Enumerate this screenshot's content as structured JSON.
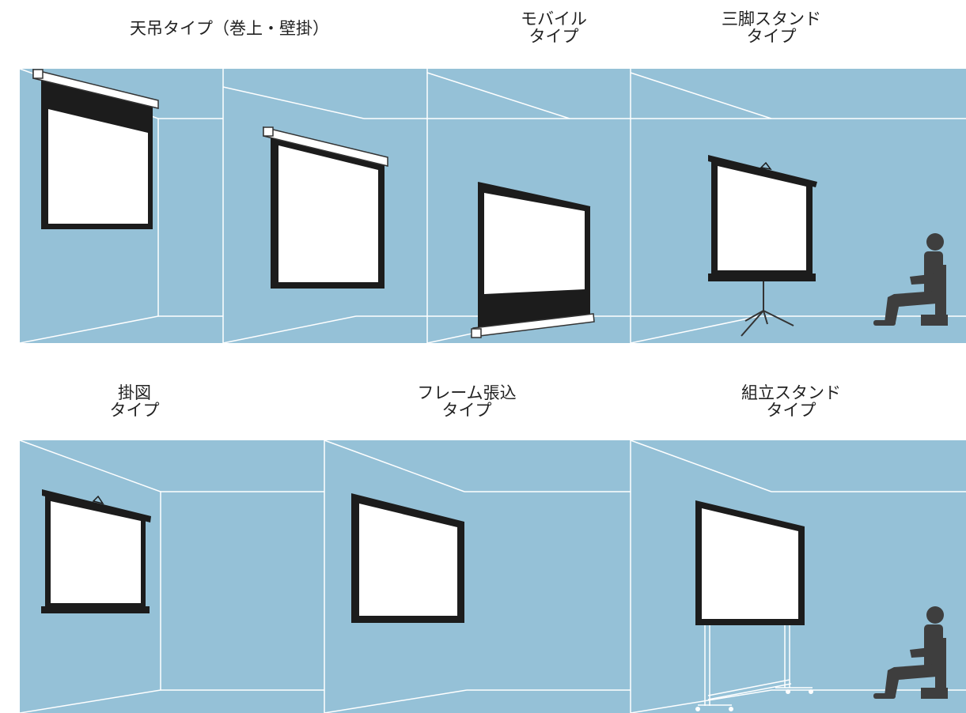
{
  "labels": {
    "ceiling": "天吊タイプ（巻上・壁掛）",
    "mobile": "モバイル\nタイプ",
    "tripod": "三脚スタンド\nタイプ",
    "hanging": "掛図\nタイプ",
    "frame": "フレーム張込\nタイプ",
    "stand": "組立スタンド\nタイプ"
  },
  "colors": {
    "wall": "#95C1D7",
    "line": "#ffffff",
    "frame": "#1c1c1c",
    "screen": "#ffffff",
    "person": "#3e3e3e"
  }
}
